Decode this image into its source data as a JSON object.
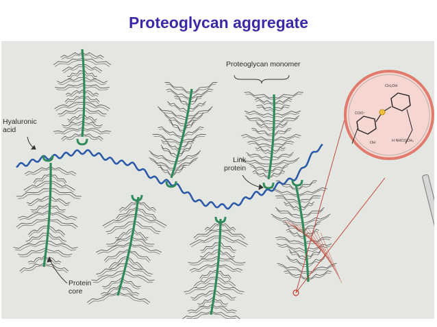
{
  "title": "Proteoglycan aggregate",
  "labels": {
    "hyaluronic_acid_line1": "Hyaluronic",
    "hyaluronic_acid_line2": "acid",
    "proteoglycan_monomer": "Proteoglycan monomer",
    "link_protein_line1": "Link",
    "link_protein_line2": "protein",
    "protein_core_line1": "Protein",
    "protein_core_line2": "core"
  },
  "magnifier_chem": {
    "coo": "COO⁻",
    "ch2oh": "CH₂OH",
    "nhcoch3": "H  NHCOCH₃",
    "oh": "OH"
  },
  "colors": {
    "title": "#3a2aa6",
    "hyaluronic_acid": "#2c5aa8",
    "protein_core": "#2f8a5a",
    "gag_chains": "#333333",
    "magnifier_rim": "#e07a6c",
    "magnifier_fill": "#f6d6d1",
    "pointer_lines": "#c0392b"
  }
}
